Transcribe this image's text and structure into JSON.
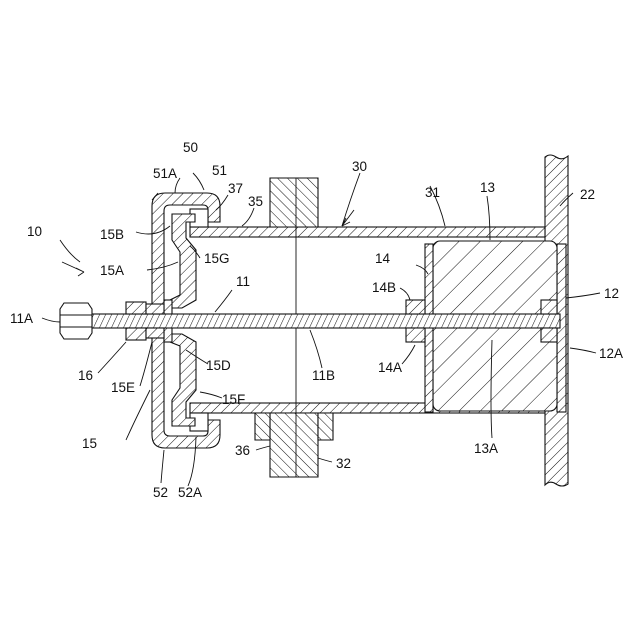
{
  "labels": {
    "l10": "10",
    "l11A": "11A",
    "l11": "11",
    "l11B": "11B",
    "l12": "12",
    "l12A": "12A",
    "l13": "13",
    "l13A": "13A",
    "l14": "14",
    "l14A": "14A",
    "l14B": "14B",
    "l15": "15",
    "l15A": "15A",
    "l15B": "15B",
    "l15D": "15D",
    "l15E": "15E",
    "l15F": "15F",
    "l15G": "15G",
    "l16": "16",
    "l22": "22",
    "l30": "30",
    "l31": "31",
    "l32": "32",
    "l35": "35",
    "l36": "36",
    "l37": "37",
    "l50": "50",
    "l51": "51",
    "l51A": "51A",
    "l52": "52",
    "l52A": "52A"
  }
}
